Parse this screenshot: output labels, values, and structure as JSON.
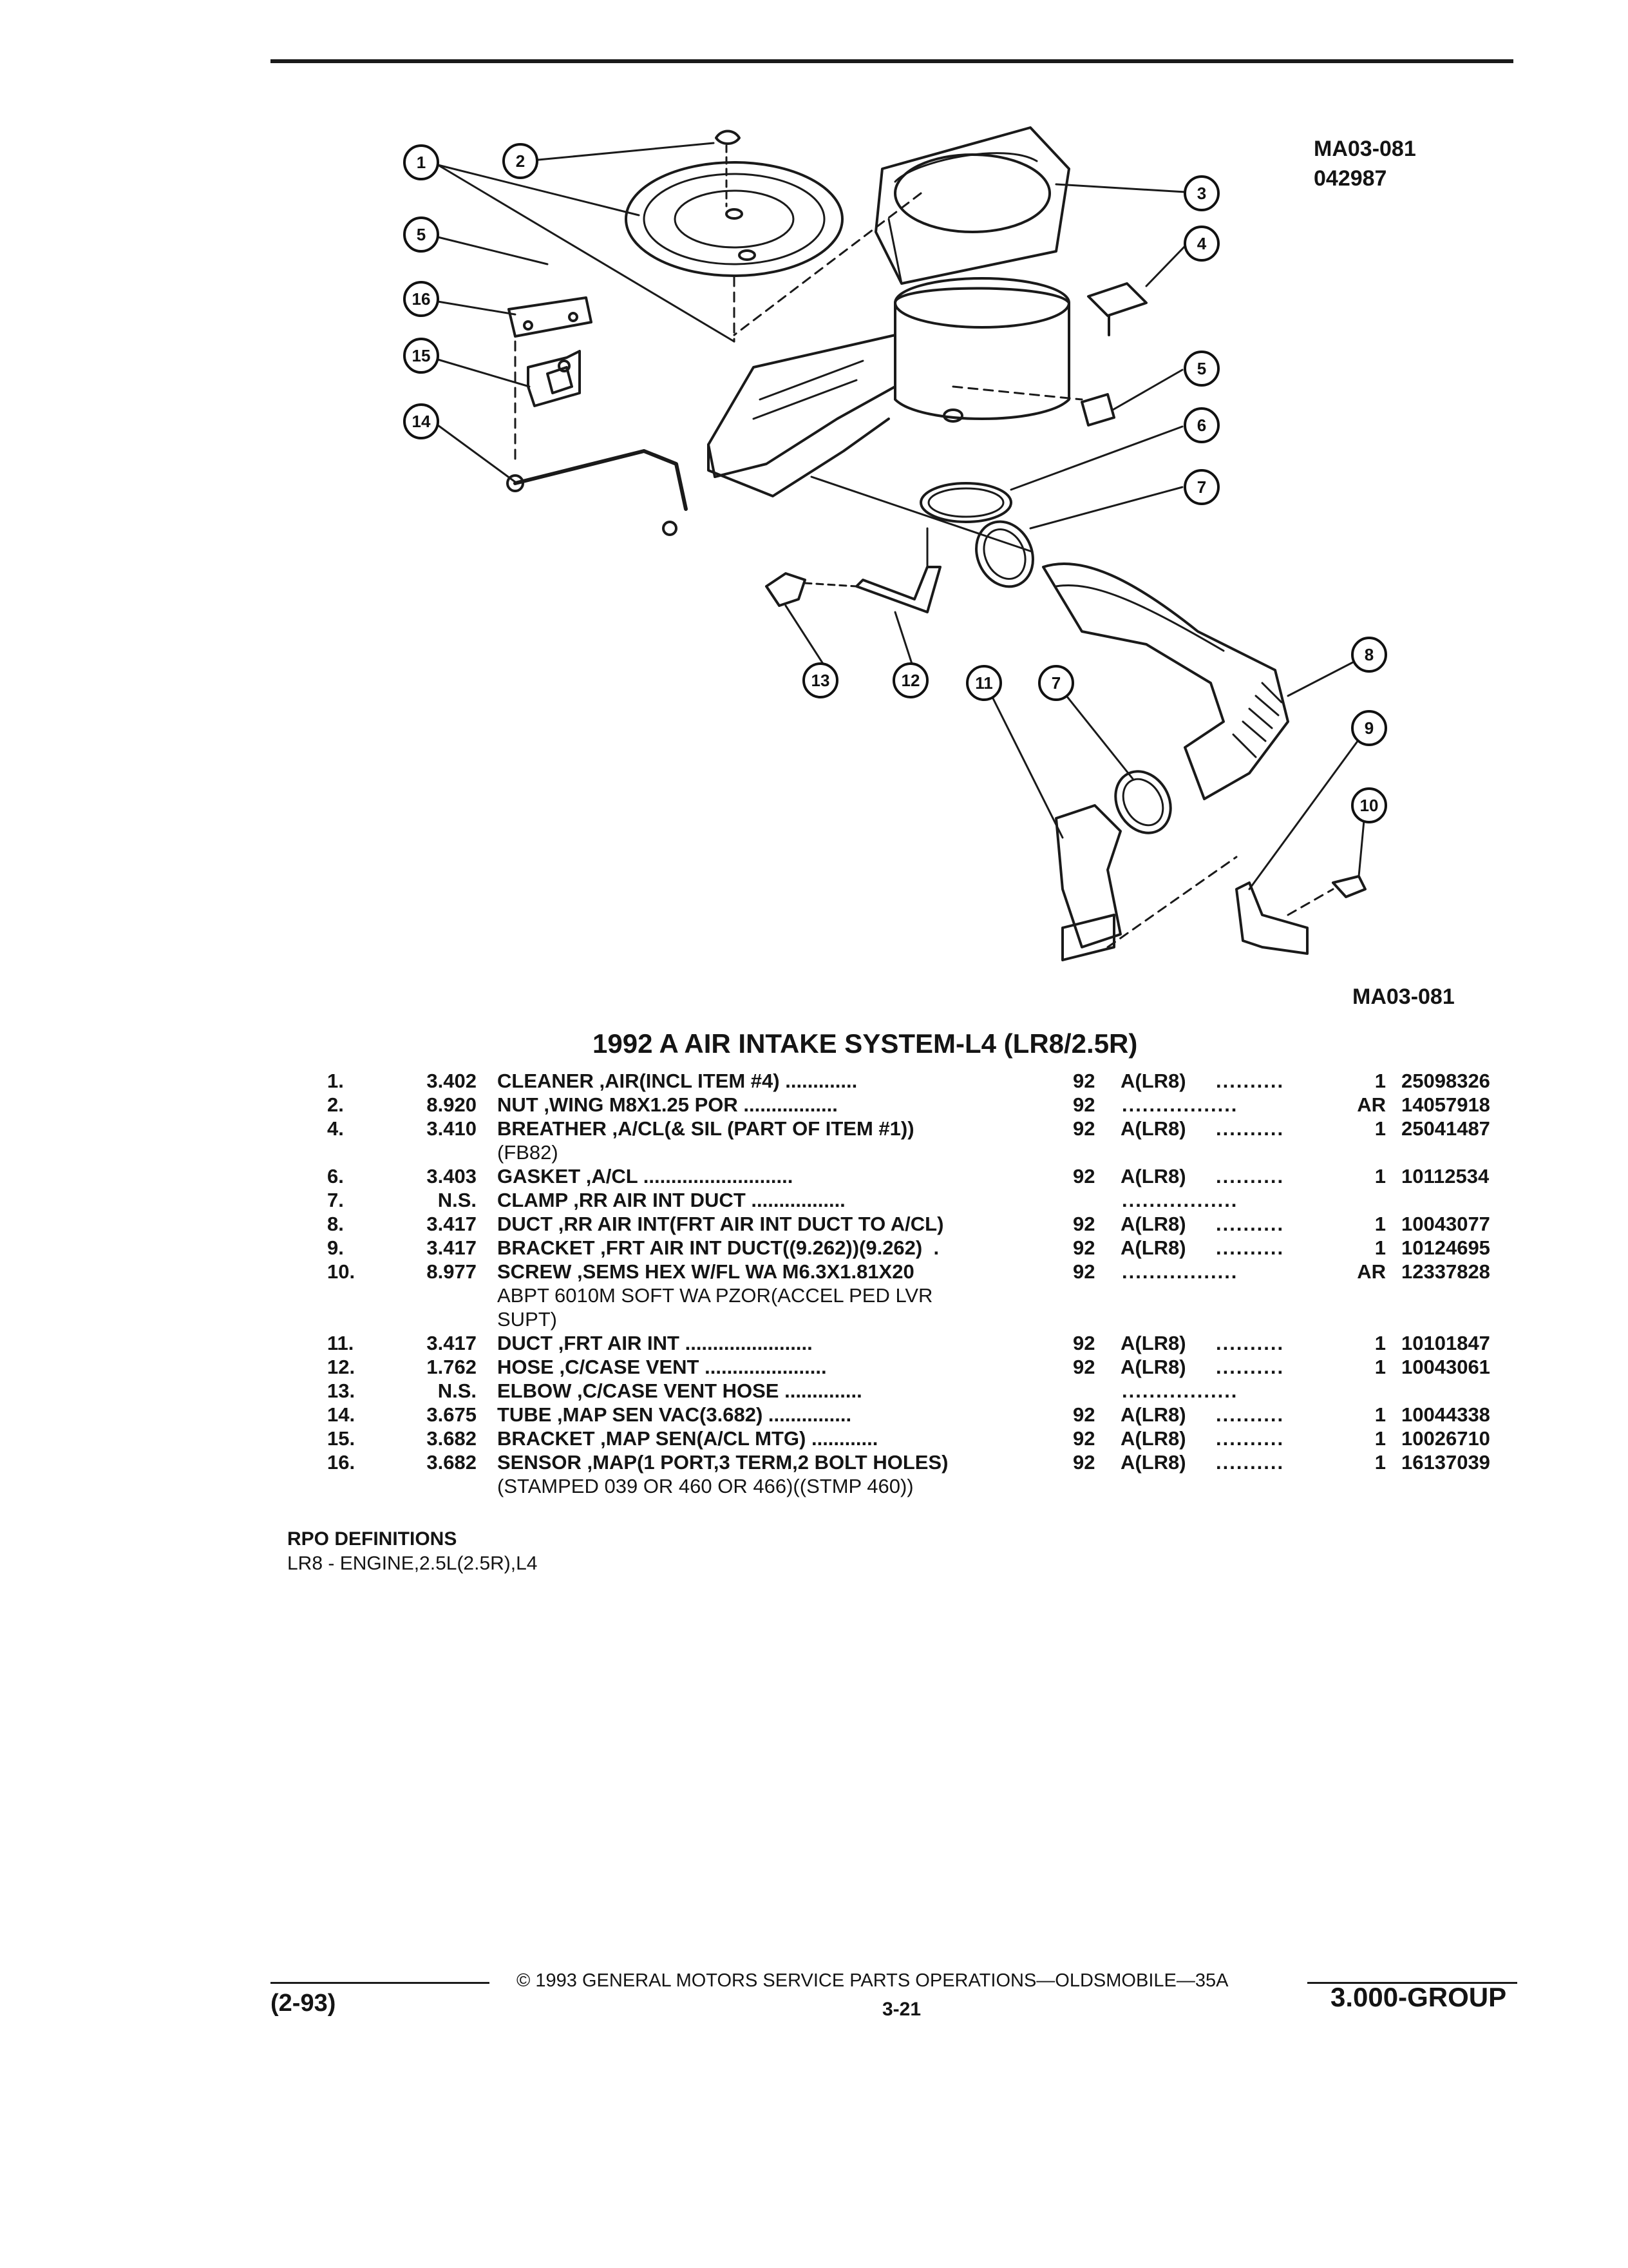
{
  "diagram": {
    "code_top": "MA03-081",
    "date_code": "042987",
    "code_bottom": "MA03-081",
    "callouts": [
      {
        "id": "c1",
        "label": "1"
      },
      {
        "id": "c2",
        "label": "2"
      },
      {
        "id": "c3",
        "label": "3"
      },
      {
        "id": "c4",
        "label": "4"
      },
      {
        "id": "c5a",
        "label": "5"
      },
      {
        "id": "c5b",
        "label": "5"
      },
      {
        "id": "c6",
        "label": "6"
      },
      {
        "id": "c7a",
        "label": "7"
      },
      {
        "id": "c7b",
        "label": "7"
      },
      {
        "id": "c8",
        "label": "8"
      },
      {
        "id": "c9",
        "label": "9"
      },
      {
        "id": "c10",
        "label": "10"
      },
      {
        "id": "c11",
        "label": "11"
      },
      {
        "id": "c12",
        "label": "12"
      },
      {
        "id": "c13",
        "label": "13"
      },
      {
        "id": "c14",
        "label": "14"
      },
      {
        "id": "c15",
        "label": "15"
      },
      {
        "id": "c16",
        "label": "16"
      }
    ]
  },
  "title": "1992 A AIR INTAKE SYSTEM-L4 (LR8/2.5R)",
  "parts": [
    {
      "num": "1.",
      "group": "3.402",
      "desc": "CLEANER ,AIR(INCL ITEM #4)",
      "desc_leader": " .............",
      "year": "92",
      "app": "A(LR8)",
      "leader": "..........",
      "qty": "1",
      "part": "25098326"
    },
    {
      "num": "2.",
      "group": "8.920",
      "desc": "NUT ,WING M8X1.25 POR",
      "desc_leader": " .................",
      "year": "92",
      "app": "",
      "leader": ".................",
      "qty": "AR",
      "part": "14057918"
    },
    {
      "num": "4.",
      "group": "3.410",
      "desc": "BREATHER ,A/CL(& SIL (PART OF ITEM #1))",
      "desc_leader": "",
      "year": "92",
      "app": "A(LR8)",
      "leader": "..........",
      "qty": "1",
      "part": "25041487",
      "desc2": "(FB82)"
    },
    {
      "num": "6.",
      "group": "3.403",
      "desc": "GASKET ,A/CL",
      "desc_leader": " ...........................",
      "year": "92",
      "app": "A(LR8)",
      "leader": "..........",
      "qty": "1",
      "part": "10112534"
    },
    {
      "num": "7.",
      "group": "N.S.",
      "desc": "CLAMP ,RR AIR INT DUCT",
      "desc_leader": " .................",
      "year": "",
      "app": "",
      "leader": ".................",
      "qty": "",
      "part": ""
    },
    {
      "num": "8.",
      "group": "3.417",
      "desc": "DUCT ,RR AIR INT(FRT AIR INT DUCT TO A/CL)",
      "desc_leader": "",
      "year": "92",
      "app": "A(LR8)",
      "leader": "..........",
      "qty": "1",
      "part": "10043077"
    },
    {
      "num": "9.",
      "group": "3.417",
      "desc": "BRACKET ,FRT AIR INT DUCT((9.262))(9.262)",
      "desc_leader": "  .",
      "year": "92",
      "app": "A(LR8)",
      "leader": "..........",
      "qty": "1",
      "part": "10124695"
    },
    {
      "num": "10.",
      "group": "8.977",
      "desc": "SCREW ,SEMS HEX W/FL WA M6.3X1.81X20",
      "desc_leader": "",
      "year": "92",
      "app": "",
      "leader": ".................",
      "qty": "AR",
      "part": "12337828",
      "desc2": "ABPT 6010M SOFT WA PZOR(ACCEL PED LVR",
      "desc3": "SUPT)"
    },
    {
      "num": "11.",
      "group": "3.417",
      "desc": "DUCT ,FRT AIR INT",
      "desc_leader": " .......................",
      "year": "92",
      "app": "A(LR8)",
      "leader": "..........",
      "qty": "1",
      "part": "10101847"
    },
    {
      "num": "12.",
      "group": "1.762",
      "desc": "HOSE ,C/CASE VENT",
      "desc_leader": " ......................",
      "year": "92",
      "app": "A(LR8)",
      "leader": "..........",
      "qty": "1",
      "part": "10043061"
    },
    {
      "num": "13.",
      "group": "N.S.",
      "desc": "ELBOW ,C/CASE VENT HOSE",
      "desc_leader": " ..............",
      "year": "",
      "app": "",
      "leader": ".................",
      "qty": "",
      "part": ""
    },
    {
      "num": "14.",
      "group": "3.675",
      "desc": "TUBE ,MAP SEN VAC(3.682)",
      "desc_leader": " ...............",
      "year": "92",
      "app": "A(LR8)",
      "leader": "..........",
      "qty": "1",
      "part": "10044338"
    },
    {
      "num": "15.",
      "group": "3.682",
      "desc": "BRACKET ,MAP SEN(A/CL MTG)",
      "desc_leader": " ............",
      "year": "92",
      "app": "A(LR8)",
      "leader": "..........",
      "qty": "1",
      "part": "10026710"
    },
    {
      "num": "16.",
      "group": "3.682",
      "desc": "SENSOR ,MAP(1 PORT,3 TERM,2 BOLT HOLES)",
      "desc_leader": "",
      "year": "92",
      "app": "A(LR8)",
      "leader": "..........",
      "qty": "1",
      "part": "16137039",
      "desc2": "(STAMPED 039 OR 460 OR 466)((STMP 460))"
    }
  ],
  "rpo": {
    "heading": "RPO DEFINITIONS",
    "entry": "LR8 - ENGINE,2.5L(2.5R),L4"
  },
  "footer": {
    "copyright": "©  1993  GENERAL MOTORS SERVICE PARTS OPERATIONS—OLDSMOBILE—35A",
    "date": "(2-93)",
    "page": "3-21",
    "group": "3.000-GROUP"
  }
}
